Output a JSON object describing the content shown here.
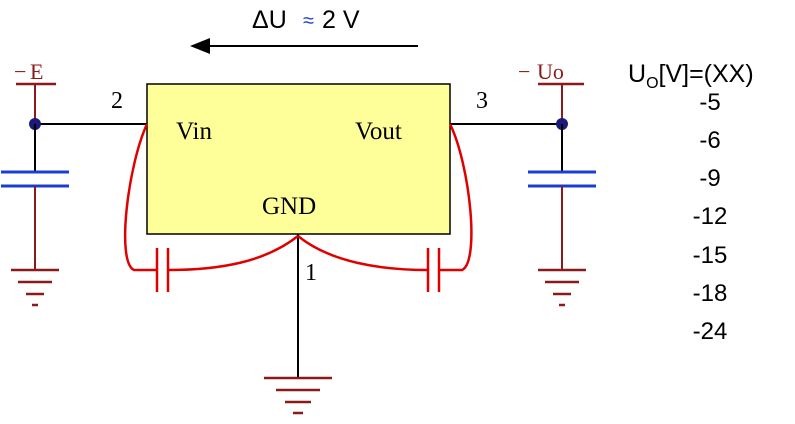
{
  "header": {
    "delta_u": "ΔU",
    "approx": "≈",
    "delta_value": "2 V"
  },
  "regulator": {
    "pin_in_label": "Vin",
    "pin_out_label": "Vout",
    "pin_gnd_label": "GND",
    "pin_in_number": "2",
    "pin_out_number": "3",
    "pin_gnd_number": "1"
  },
  "input_supply": {
    "minus": "−",
    "label": "E"
  },
  "output_supply": {
    "minus": "−",
    "label": "Uo"
  },
  "voltage_table": {
    "title_main": "U",
    "title_sub": "O",
    "title_rest": "[V]=(XX)",
    "values": [
      "-5",
      "-6",
      "-9",
      "-12",
      "-15",
      "-18",
      "-24"
    ]
  },
  "colors": {
    "wire": "#000000",
    "regulator_fill": "#ffff99",
    "supply": "#8b1a1a",
    "capacitor": "#1a3fd0",
    "added_capacitor": "#e00000",
    "approx_sign": "#1a3fd0"
  },
  "icons": [
    "left-arrow-icon",
    "ground-icon",
    "capacitor-icon",
    "junction-dot-icon"
  ]
}
